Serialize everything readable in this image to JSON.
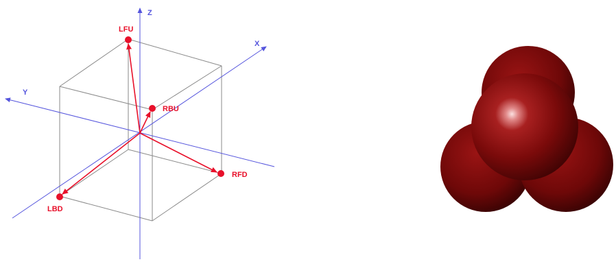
{
  "axes": [
    {
      "id": "z",
      "label": "Z"
    },
    {
      "id": "x",
      "label": "X"
    },
    {
      "id": "y",
      "label": "Y"
    }
  ],
  "vertices": [
    {
      "id": "lfu",
      "label": "LFU"
    },
    {
      "id": "rbu",
      "label": "RBU"
    },
    {
      "id": "rfd",
      "label": "RFD"
    },
    {
      "id": "lbd",
      "label": "LBD"
    }
  ],
  "colors": {
    "axis": "#5555dd",
    "cube_edge": "#8a8a8a",
    "vector": "#e8102a",
    "vertex_label": "#e8102a",
    "sphere_base": "#7a0a0a",
    "sphere_highlight": "#f0b0b0",
    "sphere_shadow": "#2a0202"
  }
}
